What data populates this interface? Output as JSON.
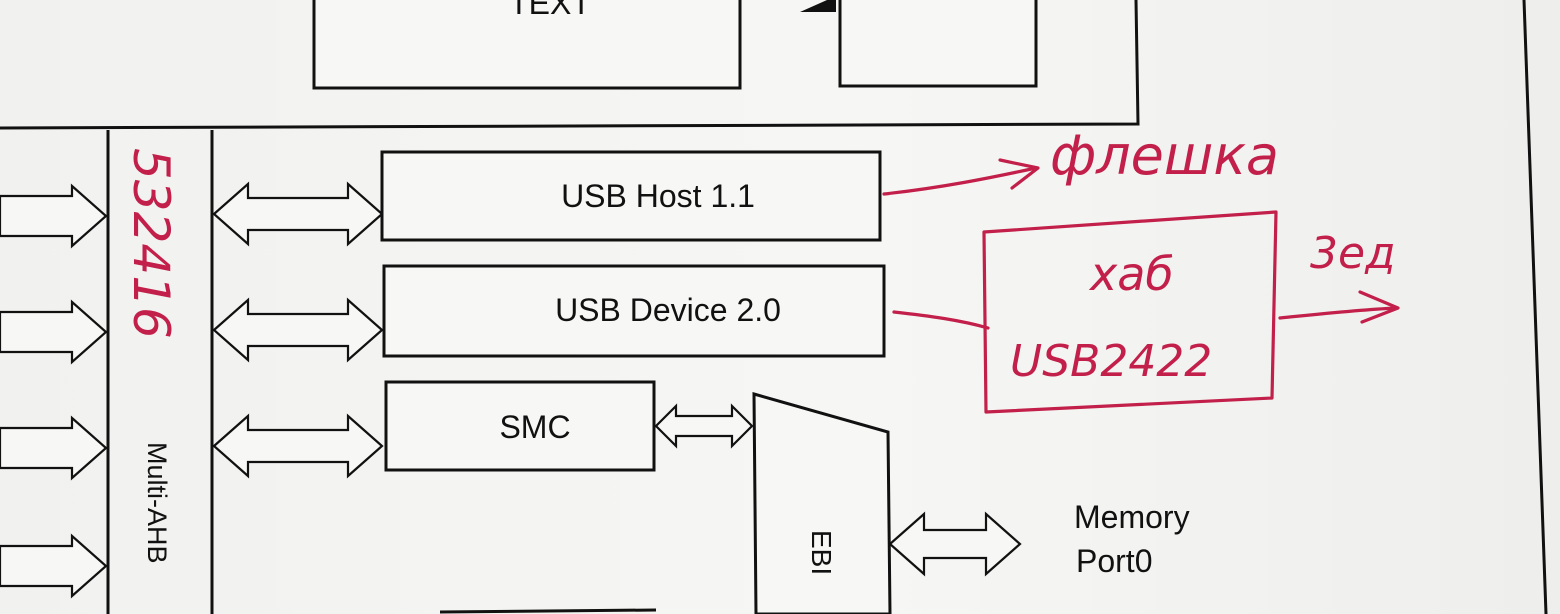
{
  "diagram": {
    "top_box_text": "TEXT",
    "bus_label": "Multi-AHB",
    "blocks": {
      "usb_host": "USB Host 1.1",
      "usb_device": "USB Device 2.0",
      "smc": "SMC",
      "ebi": "EBI"
    },
    "memory_port": {
      "line1": "Memory",
      "line2": "Port0"
    }
  },
  "annotations": {
    "handwritten_bus_note": "532416",
    "flash_note": "флешка",
    "hub_label_line1": "хаб",
    "hub_label_line2": "USB2422",
    "output_note": "3ед"
  },
  "colors": {
    "ink": "#c21f4a",
    "line": "#111111",
    "paper": "#f6f6f4"
  }
}
